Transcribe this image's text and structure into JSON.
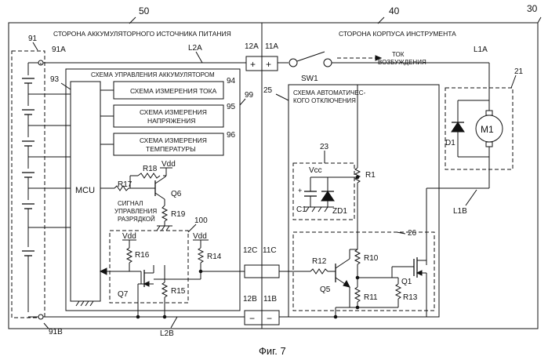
{
  "refs": {
    "r50": "50",
    "r40": "40",
    "r30": "30",
    "r91": "91",
    "r91A": "91A",
    "r91B": "91B",
    "r93": "93",
    "r94": "94",
    "r95": "95",
    "r96": "96",
    "r99": "99",
    "r100": "100",
    "r12A": "12A",
    "r11A": "11A",
    "r12B": "12B",
    "r11B": "11B",
    "r12C": "12C",
    "r11C": "11C",
    "r21": "21",
    "r23": "23",
    "r25": "25",
    "r26": "26",
    "L1A": "L1A",
    "L1B": "L1B",
    "L2A": "L2A",
    "L2B": "L2B"
  },
  "labels": {
    "battery_side": "СТОРОНА АККУМУЛЯТОРНОГО ИСТОЧНИКА ПИТАНИЯ",
    "tool_side": "СТОРОНА КОРПУСА ИНСТРУМЕНТА",
    "battery_ctrl": "СХЕМА УПРАВЛЕНИЯ АККУМУЛЯТОРОМ",
    "current_meas": "СХЕМА ИЗМЕРЕНИЯ ТОКА",
    "voltage_meas_1": "СХЕМА ИЗМЕРЕНИЯ",
    "voltage_meas_2": "НАПРЯЖЕНИЯ",
    "temp_meas_1": "СХЕМА ИЗМЕРЕНИЯ",
    "temp_meas_2": "ТЕМПЕРАТУРЫ",
    "mcu": "MCU",
    "discharge_1": "СИГНАЛ",
    "discharge_2": "УПРАВЛЕНИЯ",
    "discharge_3": "РАЗРЯДКОЙ",
    "auto_off_1": "СХЕМА АВТОМАТИЧЕС-",
    "auto_off_2": "КОГО ОТКЛЮЧЕНИЯ",
    "excitation_1": "ТОК",
    "excitation_2": "ВОЗБУЖДЕНИЯ",
    "caption": "Фиг. 7"
  },
  "components": {
    "sw1": "SW1",
    "m1": "M1",
    "d1": "D1",
    "vcc": "Vcc",
    "c1": "C1",
    "zd1": "ZD1",
    "r1": "R1",
    "r10": "R10",
    "r11": "R11",
    "r12": "R12",
    "r13": "R13",
    "r14": "R14",
    "r15": "R15",
    "r16": "R16",
    "r17": "R17",
    "r18": "R18",
    "r19": "R19",
    "q1": "Q1",
    "q5": "Q5",
    "q6": "Q6",
    "q7": "Q7",
    "vdd1": "Vdd",
    "vdd2": "Vdd",
    "vdd3": "Vdd",
    "plus1": "+",
    "plus2": "+",
    "minus1": "−",
    "minus2": "−"
  }
}
